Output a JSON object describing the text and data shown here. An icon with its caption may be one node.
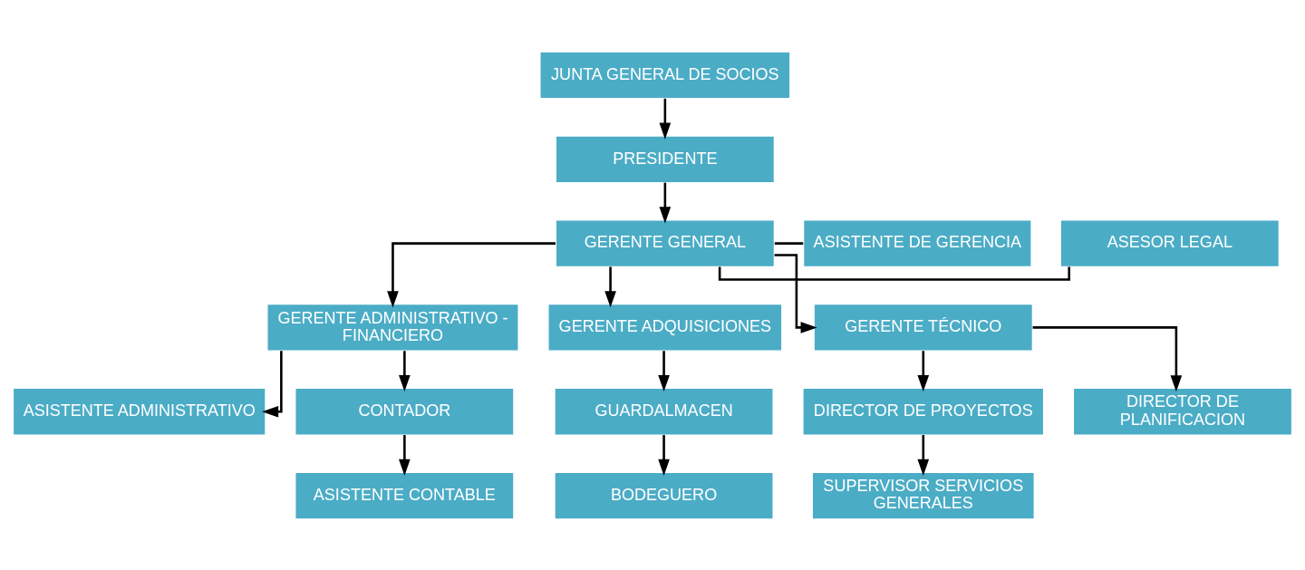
{
  "diagram": {
    "nodes": [
      {
        "text": [
          "JUNTA GENERAL DE SOCIOS"
        ]
      },
      {
        "text": [
          "PRESIDENTE"
        ]
      },
      {
        "text": [
          "GERENTE GENERAL"
        ]
      },
      {
        "text": [
          "ASESOR LEGAL"
        ]
      },
      {
        "text": [
          "ASISTENTE DE GERENCIA"
        ]
      },
      {
        "text": [
          "GERENTE ADMINISTRATIVO - FINANCIERO"
        ]
      },
      {
        "text": [
          "GERENTE ADQUISICIONES"
        ]
      },
      {
        "text": [
          "GERENTE TÉCNICO"
        ]
      },
      {
        "text": [
          "ASISTENTE ADMINISTRATIVO"
        ]
      },
      {
        "text": [
          "CONTADOR"
        ]
      },
      {
        "text": [
          "ASISTENTE CONTABLE"
        ]
      },
      {
        "text": [
          "GUARDALMACEN"
        ]
      },
      {
        "text": [
          "BODEGUERO"
        ]
      },
      {
        "text": [
          "DIRECTOR DE PROYECTOS"
        ]
      },
      {
        "text": [
          "DIRECTOR DE PLANIFICACION"
        ]
      },
      {
        "text": [
          "SUPERVISOR SERVICIOS GENERALES"
        ]
      }
    ],
    "edges": [
      {
        "from": 0,
        "to": 1,
        "arrow": "to"
      },
      {
        "from": 1,
        "to": 2,
        "arrow": "to"
      },
      {
        "from": 2,
        "to": 3,
        "arrow": "none"
      },
      {
        "from": 2,
        "to": 4,
        "arrow": "none"
      },
      {
        "from": 2,
        "to": 5,
        "arrow": "to"
      },
      {
        "from": 2,
        "to": 6,
        "arrow": "to"
      },
      {
        "from": 2,
        "to": 7,
        "arrow": "to"
      },
      {
        "from": 5,
        "to": 8,
        "arrow": "to"
      },
      {
        "from": 5,
        "to": 9,
        "arrow": "to"
      },
      {
        "from": 9,
        "to": 10,
        "arrow": "to"
      },
      {
        "from": 6,
        "to": 11,
        "arrow": "to"
      },
      {
        "from": 11,
        "to": 12,
        "arrow": "to"
      },
      {
        "from": 7,
        "to": 13,
        "arrow": "to"
      },
      {
        "from": 7,
        "to": 14,
        "arrow": "to"
      },
      {
        "from": 13,
        "to": 15,
        "arrow": "to"
      }
    ]
  }
}
